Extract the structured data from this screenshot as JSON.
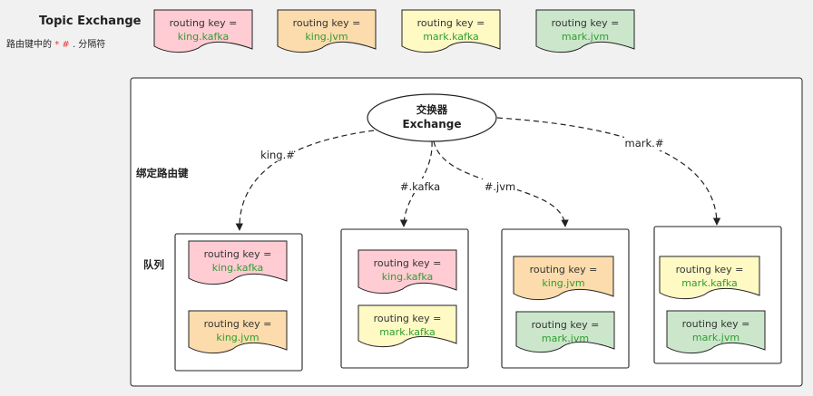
{
  "title": "Topic Exchange",
  "subtitle": {
    "prefix": "路由键中的 ",
    "star": "*",
    "hash": "#",
    "suffix": " . 分隔符"
  },
  "legend": [
    {
      "line1": "routing key =",
      "line2": "king.kafka",
      "color": "pink"
    },
    {
      "line1": "routing key =",
      "line2": "king.jvm",
      "color": "orange"
    },
    {
      "line1": "routing key =",
      "line2": "mark.kafka",
      "color": "yellow"
    },
    {
      "line1": "routing key =",
      "line2": "mark.jvm",
      "color": "green"
    }
  ],
  "exchange": {
    "line1": "交换器",
    "line2": "Exchange"
  },
  "binding_label": "绑定路由键",
  "queue_label": "队列",
  "bindings": [
    "king.#",
    "#.kafka",
    "#.jvm",
    "mark.#"
  ],
  "queues": [
    {
      "messages": [
        {
          "line1": "routing key =",
          "line2": "king.kafka",
          "color": "pink"
        },
        {
          "line1": "routing key =",
          "line2": "king.jvm",
          "color": "orange"
        }
      ]
    },
    {
      "messages": [
        {
          "line1": "routing key =",
          "line2": "king.kafka",
          "color": "pink"
        },
        {
          "line1": "routing key =",
          "line2": "mark.kafka",
          "color": "yellow"
        }
      ]
    },
    {
      "messages": [
        {
          "line1": "routing key =",
          "line2": "king.jvm",
          "color": "orange"
        },
        {
          "line1": "routing key =",
          "line2": "mark.jvm",
          "color": "green"
        }
      ]
    },
    {
      "messages": [
        {
          "line1": "routing key =",
          "line2": "mark.kafka",
          "color": "yellow"
        },
        {
          "line1": "routing key =",
          "line2": "mark.jvm",
          "color": "green"
        }
      ]
    }
  ],
  "colors": {
    "pink": "#ffccd3",
    "orange": "#fcdcad",
    "yellow": "#fff9c4",
    "green": "#cce6cc",
    "key_text": "#2e9e2e",
    "highlight": "#e53935",
    "stroke": "#222222"
  }
}
